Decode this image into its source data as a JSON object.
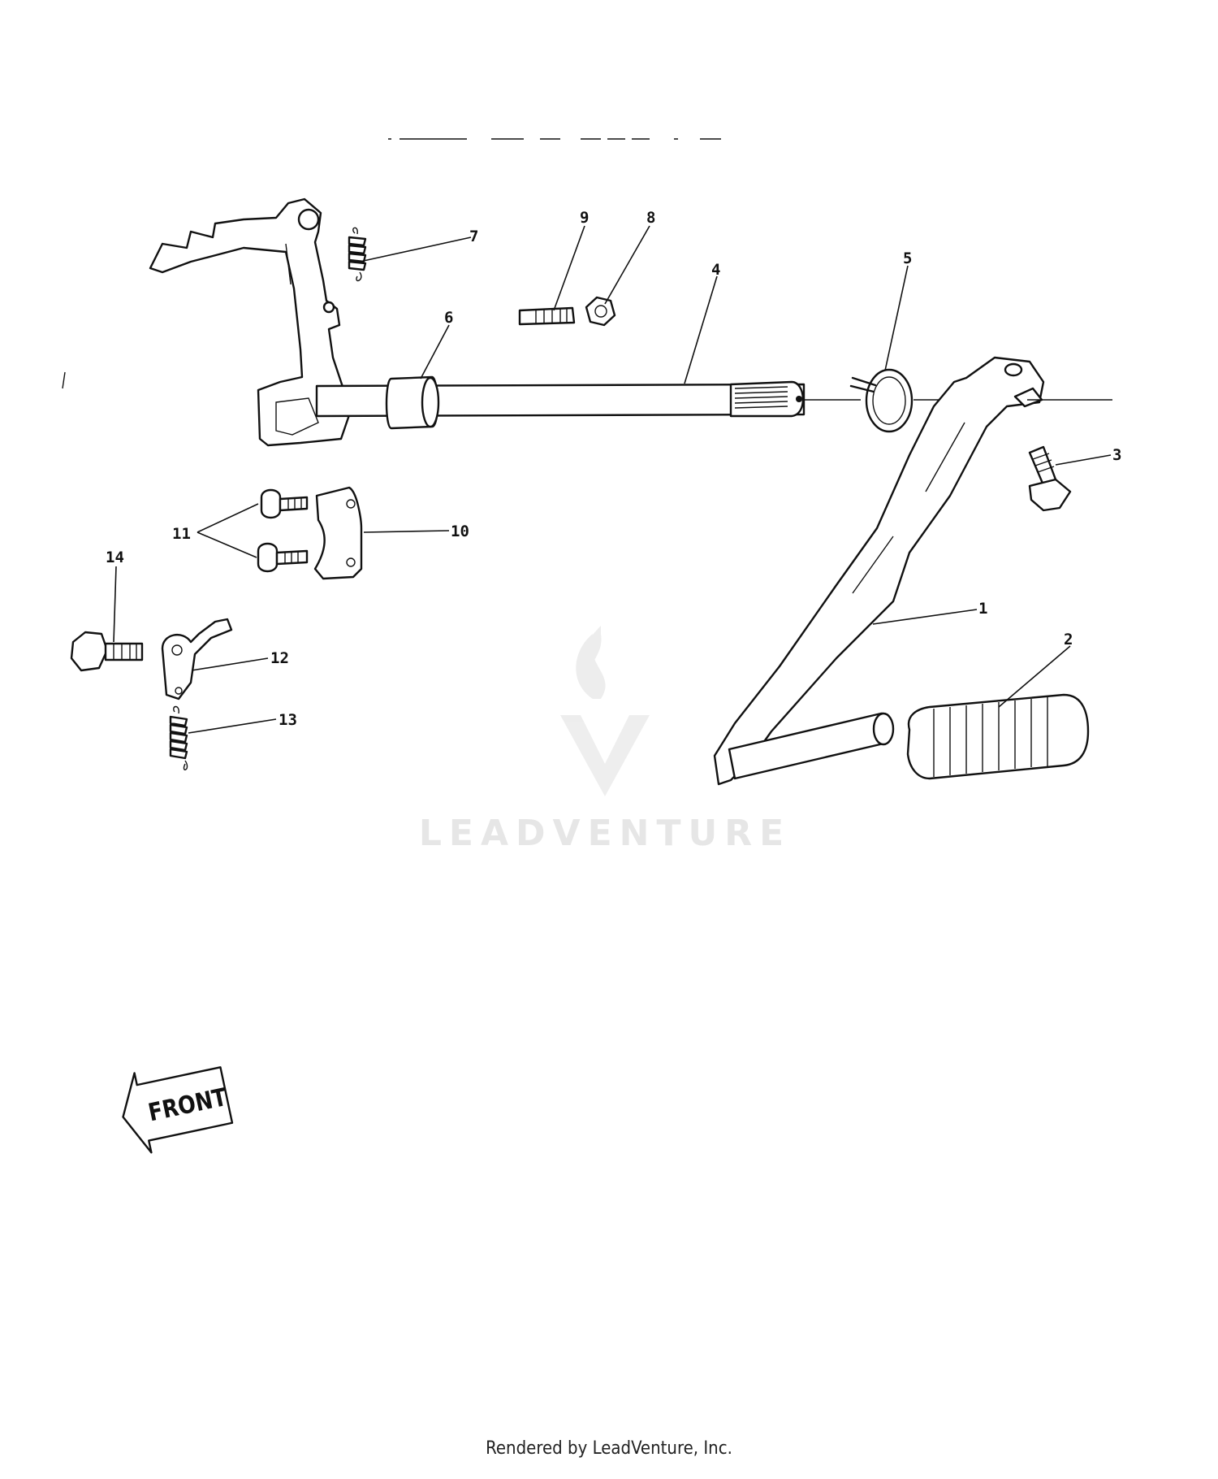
{
  "diagram": {
    "callouts": [
      {
        "id": "1",
        "label": "1"
      },
      {
        "id": "2",
        "label": "2"
      },
      {
        "id": "3",
        "label": "3"
      },
      {
        "id": "4",
        "label": "4"
      },
      {
        "id": "5",
        "label": "5"
      },
      {
        "id": "6",
        "label": "6"
      },
      {
        "id": "7",
        "label": "7"
      },
      {
        "id": "8",
        "label": "8"
      },
      {
        "id": "9",
        "label": "9"
      },
      {
        "id": "10",
        "label": "10"
      },
      {
        "id": "11",
        "label": "11"
      },
      {
        "id": "12",
        "label": "12"
      },
      {
        "id": "13",
        "label": "13"
      },
      {
        "id": "14",
        "label": "14"
      }
    ],
    "direction_label": "FRONT"
  },
  "watermark": {
    "text": "LEADVENTURE"
  },
  "footer": {
    "text": "Rendered by LeadVenture, Inc."
  }
}
